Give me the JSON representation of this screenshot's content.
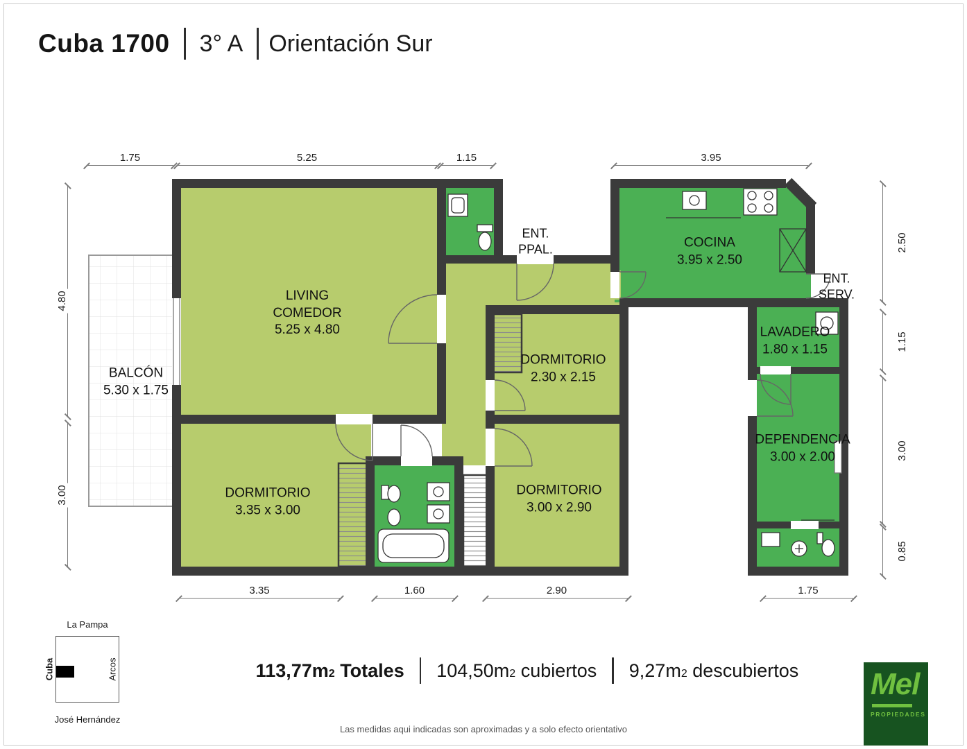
{
  "header": {
    "title": "Cuba 1700",
    "unit": "3° A",
    "orientation": "Orientación Sur"
  },
  "rooms": {
    "living": {
      "name": "LIVING\nCOMEDOR",
      "dims": "5.25 x 4.80"
    },
    "balcon": {
      "name": "BALCÓN",
      "dims": "5.30 x 1.75"
    },
    "dorm_a": {
      "name": "DORMITORIO",
      "dims": "2.30 x 2.15"
    },
    "dorm_b": {
      "name": "DORMITORIO",
      "dims": "3.35 x 3.00"
    },
    "dorm_c": {
      "name": "DORMITORIO",
      "dims": "3.00 x 2.90"
    },
    "cocina": {
      "name": "COCINA",
      "dims": "3.95 x 2.50"
    },
    "lavadero": {
      "name": "LAVADERO",
      "dims": "1.80 x 1.15"
    },
    "dependencia": {
      "name": "DEPENDENCIA",
      "dims": "3.00 x 2.00"
    },
    "ent_ppal": {
      "name": "ENT.\nPPAL."
    },
    "ent_serv": {
      "name": "ENT.\nSERV."
    }
  },
  "dims": {
    "top": [
      "1.75",
      "5.25",
      "1.15",
      "3.95"
    ],
    "left": [
      "4.80",
      "3.00"
    ],
    "right": [
      "2.50",
      "1.15",
      "3.00",
      "0.85"
    ],
    "bottom": [
      "3.35",
      "1.60",
      "2.90",
      "1.75"
    ]
  },
  "map": {
    "north": "La Pampa",
    "west": "Cuba",
    "east": "Arcos",
    "south": "José Hernández"
  },
  "totals": {
    "items": [
      {
        "value": "113,77m",
        "sup": "2",
        "label": " Totales"
      },
      {
        "value": "104,50m",
        "sup": "2",
        "label": " cubiertos"
      },
      {
        "value": "9,27m",
        "sup": "2",
        "label": " descubiertos"
      }
    ]
  },
  "disclaimer": "Las medidas aqui indicadas son aproximadas y a solo efecto orientativo",
  "logo": {
    "name": "Mel",
    "tagline": "PROPIEDADES"
  },
  "colors": {
    "room_light": "#b7cc6d",
    "room_green": "#4bb054",
    "wall": "#3b3b3b",
    "logo_bg": "#175320",
    "logo_green": "#70c040"
  }
}
